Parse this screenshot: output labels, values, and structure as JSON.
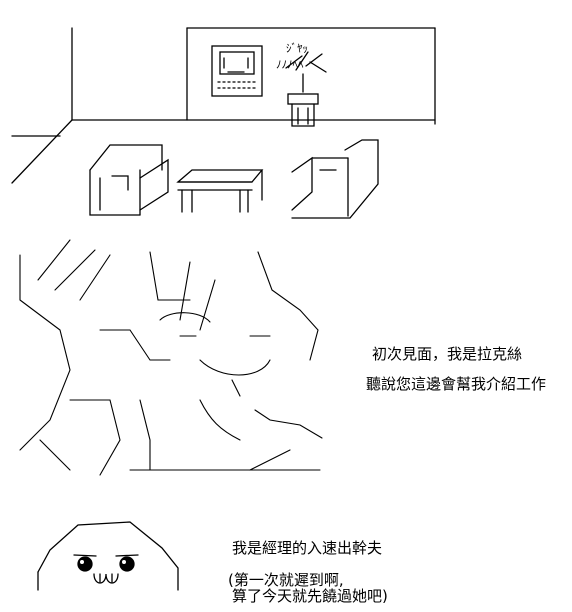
{
  "dialogue": {
    "lacus_line1": "初次見面，我是拉克絲",
    "lacus_line2": "聽說您這邊會幫我介紹工作",
    "manager_line1": "我是經理的入速出幹夫",
    "manager_line2": "(第一次就遲到啊,",
    "manager_line3": "算了今天就先饒過她吧)"
  },
  "scene_text": {
    "sfx": "ｼﾞﾔｯ",
    "sfx2": "ﾉﾉﾉﾍﾍ"
  }
}
